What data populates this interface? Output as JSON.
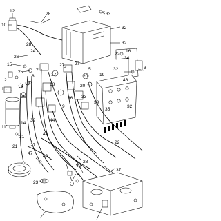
{
  "diagram": {
    "colors": {
      "ink": "#000000",
      "paper": "#ffffff"
    },
    "part_numbers": [
      "12",
      "10",
      "28",
      "33",
      "32",
      "32",
      "32",
      "28",
      "24",
      "22",
      "34",
      "16",
      "26",
      "15",
      "25",
      "5",
      "27",
      "27",
      "3",
      "7",
      "8",
      "17",
      "13",
      "18",
      "20",
      "19",
      "20",
      "46",
      "2",
      "1",
      "6",
      "36",
      "36",
      "9",
      "33",
      "39",
      "35",
      "11",
      "14",
      "39",
      "44",
      "43",
      "31",
      "27",
      "47",
      "40",
      "21",
      "22",
      "32",
      "28",
      "42",
      "37",
      "4",
      "23"
    ]
  }
}
